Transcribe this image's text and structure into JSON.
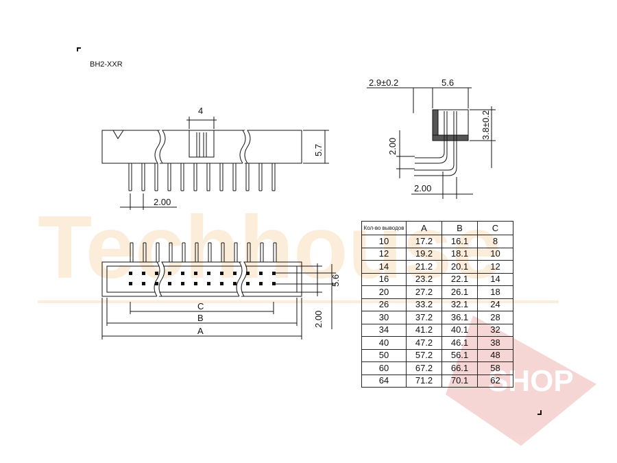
{
  "title": "BH2-XXR",
  "watermark": {
    "brand": "Techhouse",
    "shop_badge": "SHOP",
    "brand_color": "#f0b060",
    "badge_color": "#e88a8a"
  },
  "front_view": {
    "dim_top": "4",
    "dim_height": "5.7",
    "dim_pitch": "2.00"
  },
  "side_view": {
    "dim_offset": "2.9±0.2",
    "dim_width": "5.6",
    "dim_height": "3.8±0.2",
    "dim_left": "2.00",
    "dim_bottom": "2.00"
  },
  "top_view": {
    "dim_height": "5.6",
    "dim_pitch": "2.00",
    "dim_c": "C",
    "dim_b": "B",
    "dim_a": "A"
  },
  "table": {
    "headers": [
      "Кол-во выводов",
      "A",
      "B",
      "C"
    ],
    "rows": [
      [
        "10",
        "17.2",
        "16.1",
        "8"
      ],
      [
        "12",
        "19.2",
        "18.1",
        "10"
      ],
      [
        "14",
        "21.2",
        "20.1",
        "12"
      ],
      [
        "16",
        "23.2",
        "22.1",
        "14"
      ],
      [
        "20",
        "27.2",
        "26.1",
        "18"
      ],
      [
        "26",
        "33.2",
        "32.1",
        "24"
      ],
      [
        "30",
        "37.2",
        "36.1",
        "28"
      ],
      [
        "34",
        "41.2",
        "40.1",
        "32"
      ],
      [
        "40",
        "47.2",
        "46.1",
        "38"
      ],
      [
        "50",
        "57.2",
        "56.1",
        "48"
      ],
      [
        "60",
        "67.2",
        "66.1",
        "58"
      ],
      [
        "64",
        "71.2",
        "70.1",
        "62"
      ]
    ]
  }
}
